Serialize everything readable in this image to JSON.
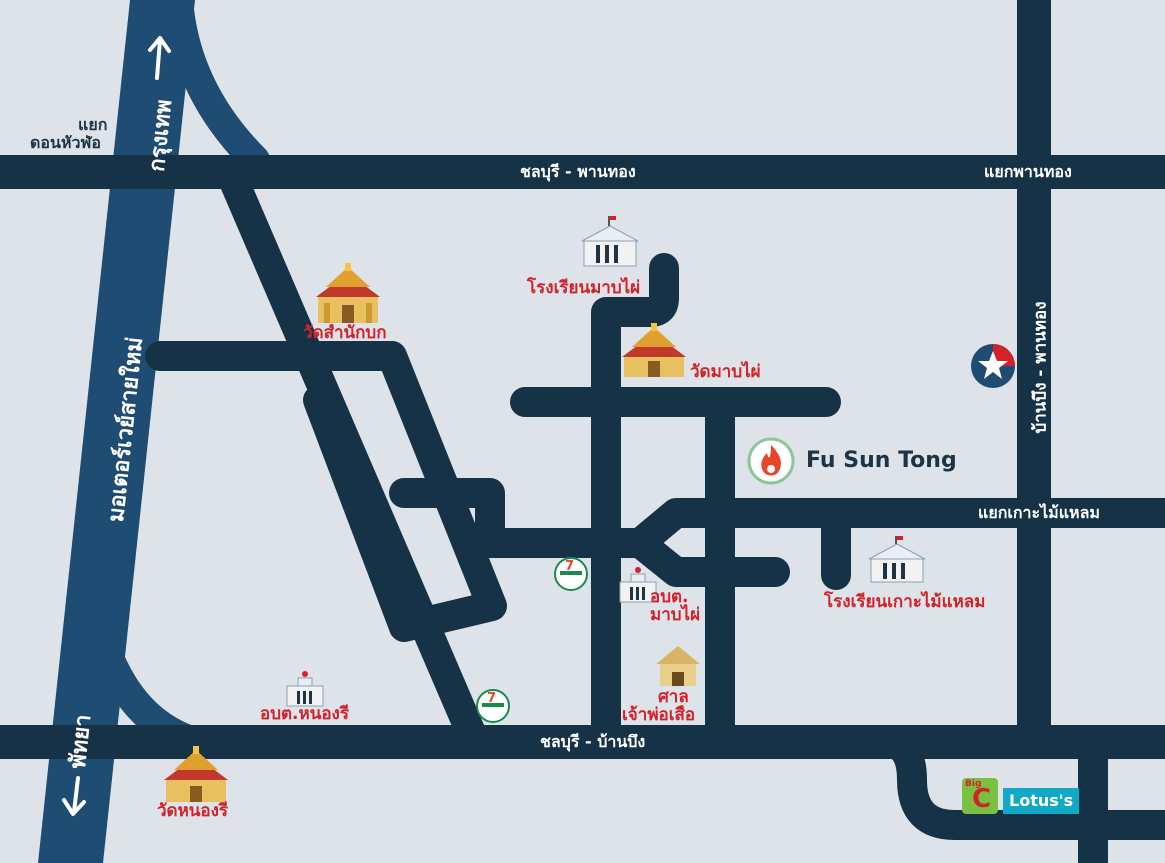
{
  "colors": {
    "background": "#dde3e8",
    "road": "#163246",
    "motorway": "#1f4c72",
    "label_red": "#d2232a",
    "label_dark": "#1d3446"
  },
  "roads": {
    "chonburi_phanthong": "ชลบุรี - พานทอง",
    "chonburi_banbueng": "ชลบุรี - บ้านบึง",
    "banbueng_phanthong": "บ้านบึง - พานทอง",
    "motorway_new": "มอเตอร์เวย์สายใหม่",
    "to_bangkok": "กรุงเทพ",
    "to_pattaya": "พัทยา"
  },
  "intersections": {
    "don_hua_lo_line1": "แยก",
    "don_hua_lo_line2": "ดอนหัวฬ่อ",
    "phan_thong": "แยกพานทอง",
    "ko_mai_laem": "แยกเกาะไม้แหลม"
  },
  "places": {
    "school_map_phai": "โรงเรียนมาบไผ่",
    "wat_sam_nak_bok": "วัดสำนักบก",
    "wat_map_phai": "วัดมาบไผ่",
    "school_ko_mai_laem": "โรงเรียนเกาะไม้แหลม",
    "obt_map_phai_line1": "อบต.",
    "obt_map_phai_line2": "มาบไผ่",
    "shrine_line1": "ศาล",
    "shrine_line2": "เจ้าพ่อเสือ",
    "obt_nong_ri": "อบต.หนองรี",
    "wat_nong_ri": "วัดหนองรี"
  },
  "brands": {
    "fu_sun_tong": "Fu Sun Tong",
    "seven_eleven": "7",
    "seven_eleven_text": "ELEVEN",
    "big_c": "C",
    "big_c_small": "Big",
    "lotus": "Lotus's"
  },
  "icons": [
    "temple-icon",
    "school-icon",
    "government-office-icon",
    "shrine-icon",
    "gas-station-star-icon",
    "seven-eleven-icon",
    "big-c-icon",
    "lotus-icon",
    "fire-logo-icon",
    "arrow-up-icon",
    "arrow-down-icon"
  ]
}
